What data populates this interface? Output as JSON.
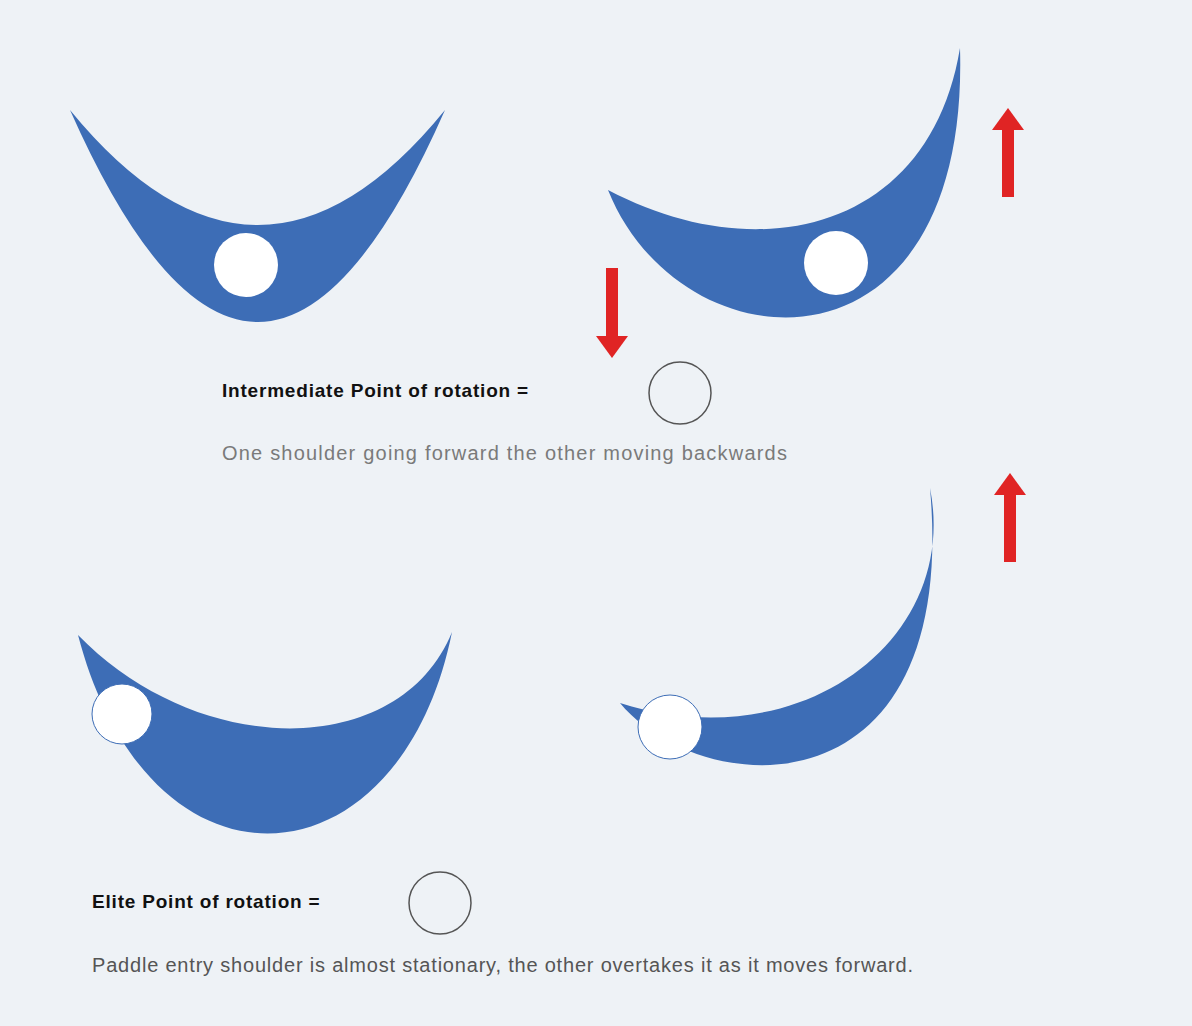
{
  "diagram": {
    "labels": [
      "Intermediate Point of rotation =",
      "One shoulder going forward the other moving backwards",
      "Elite Point of rotation =",
      "Paddle entry shoulder is almost stationary, the other overtakes it as it moves forward."
    ]
  }
}
